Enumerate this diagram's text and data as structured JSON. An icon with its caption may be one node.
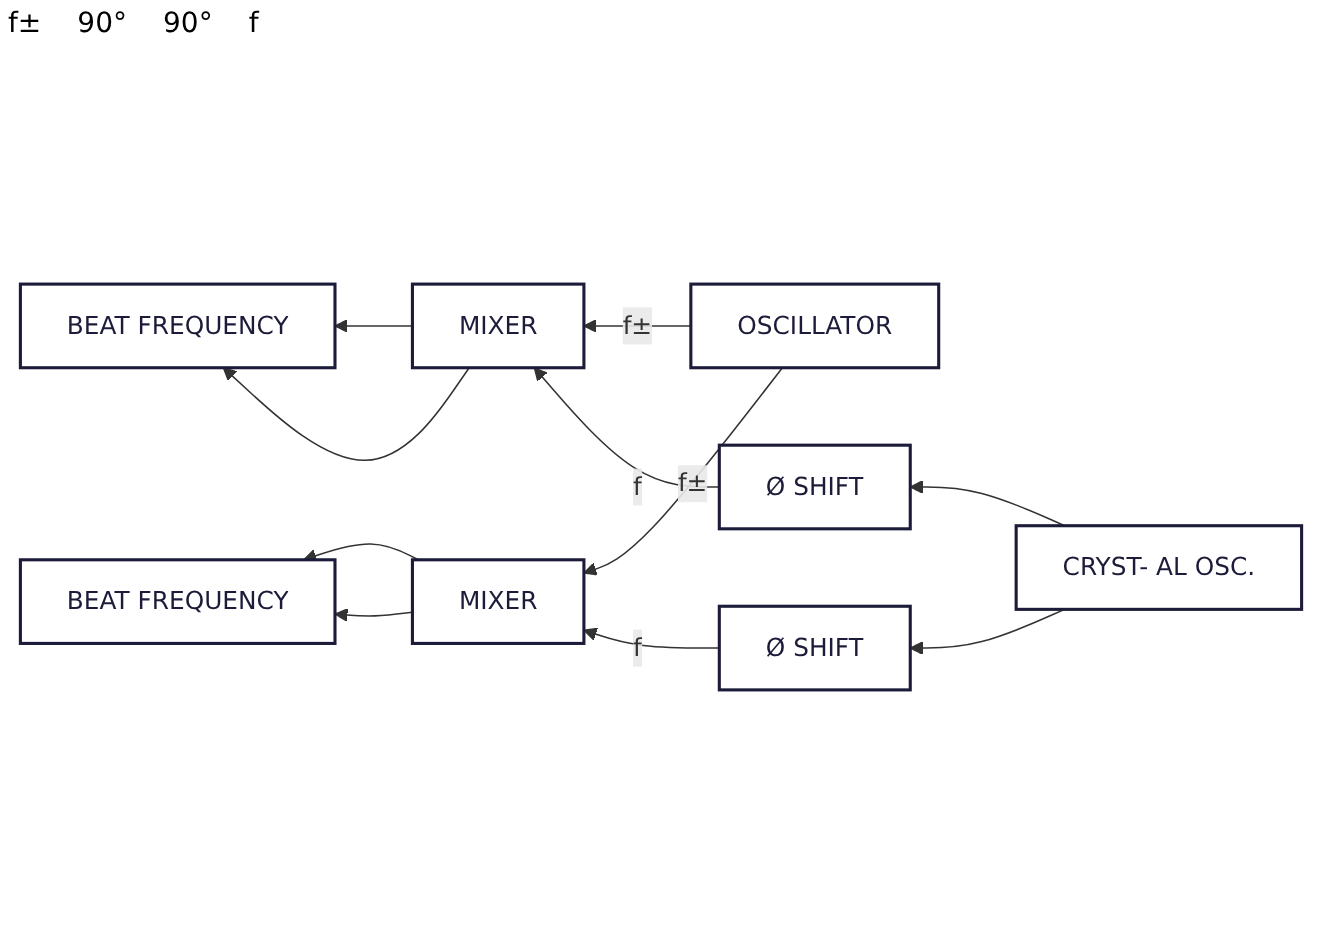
{
  "diagram": {
    "nodes": [
      {
        "text": [
          "OSCILLATOR"
        ]
      },
      {
        "text": [
          "BEAT FREQUENCY"
        ]
      },
      {
        "text": [
          "MIXER"
        ]
      },
      {
        "text": [
          "Ø SHIFT"
        ]
      },
      {
        "text": [
          "BEAT FREQUENCY"
        ]
      },
      {
        "text": [
          "MIXER"
        ]
      },
      {
        "text": [
          "Ø SHIFT"
        ]
      },
      {
        "text": [
          "CRYST- AL OSC."
        ]
      }
    ],
    "edges": [
      {
        "from": 0,
        "to": 2,
        "arrow": "to",
        "label": "f±"
      },
      {
        "from": 0,
        "to": 5,
        "arrow": "to",
        "label": "f±"
      },
      {
        "from": 2,
        "to": 1,
        "arrow": "to"
      },
      {
        "from": 2,
        "to": 1,
        "arrow": "to"
      },
      {
        "from": 5,
        "to": 4,
        "arrow": "to"
      },
      {
        "from": 5,
        "to": 4,
        "arrow": "to"
      },
      {
        "from": 3,
        "to": 2,
        "arrow": "to",
        "label": "f"
      },
      {
        "from": 6,
        "to": 5,
        "arrow": "to",
        "label": "f"
      },
      {
        "from": 7,
        "to": 3,
        "arrow": "to"
      },
      {
        "from": 7,
        "to": 6,
        "arrow": "to"
      }
    ],
    "labels": [
      "f±",
      "90°",
      "90°",
      "f"
    ]
  }
}
